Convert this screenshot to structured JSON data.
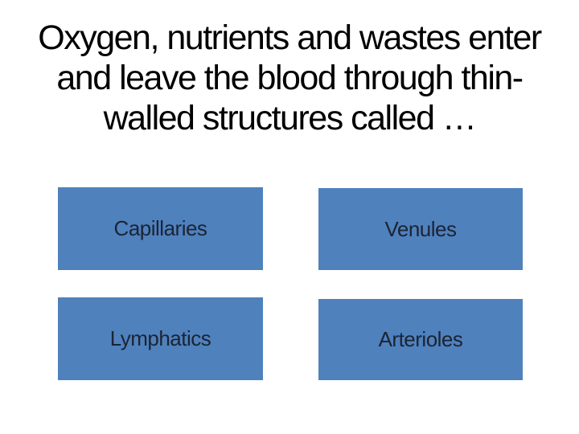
{
  "slide": {
    "title_lines": [
      "Oxygen, nutrients and wastes enter",
      "and leave the blood through thin-",
      "walled structures called …"
    ],
    "answers": [
      {
        "label": "Capillaries"
      },
      {
        "label": "Venules"
      },
      {
        "label": "Lymphatics"
      },
      {
        "label": "Arterioles"
      }
    ],
    "colors": {
      "background": "#ffffff",
      "title_text": "#000000",
      "box_fill": "#4f81bd",
      "box_text": "#1b2434"
    }
  }
}
